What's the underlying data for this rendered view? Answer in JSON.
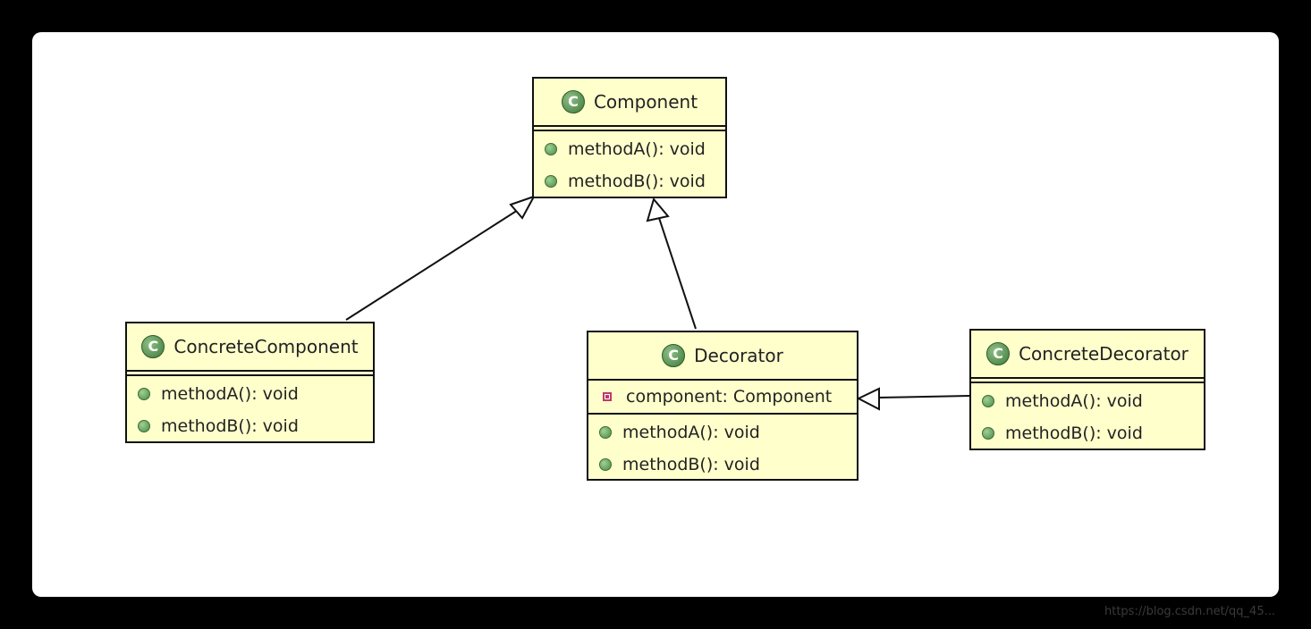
{
  "classes": {
    "component": {
      "name": "Component",
      "icon": "class-icon",
      "methods": [
        "methodA(): void",
        "methodB(): void"
      ]
    },
    "concrete_component": {
      "name": "ConcreteComponent",
      "icon": "class-icon",
      "methods": [
        "methodA(): void",
        "methodB(): void"
      ]
    },
    "decorator": {
      "name": "Decorator",
      "icon": "class-icon",
      "fields": [
        "component: Component"
      ],
      "methods": [
        "methodA(): void",
        "methodB(): void"
      ]
    },
    "concrete_decorator": {
      "name": "ConcreteDecorator",
      "icon": "class-icon",
      "methods": [
        "methodA(): void",
        "methodB(): void"
      ]
    }
  },
  "relations": [
    {
      "type": "generalization",
      "from": "ConcreteComponent",
      "to": "Component"
    },
    {
      "type": "generalization",
      "from": "Decorator",
      "to": "Component"
    },
    {
      "type": "generalization",
      "from": "ConcreteDecorator",
      "to": "Decorator"
    }
  ],
  "colors": {
    "class_fill": "#ffffcc",
    "border": "#111111",
    "icon_green": "#3f7a3a",
    "private_marker": "#c0396b"
  },
  "watermark": "https://blog.csdn.net/qq_45..."
}
